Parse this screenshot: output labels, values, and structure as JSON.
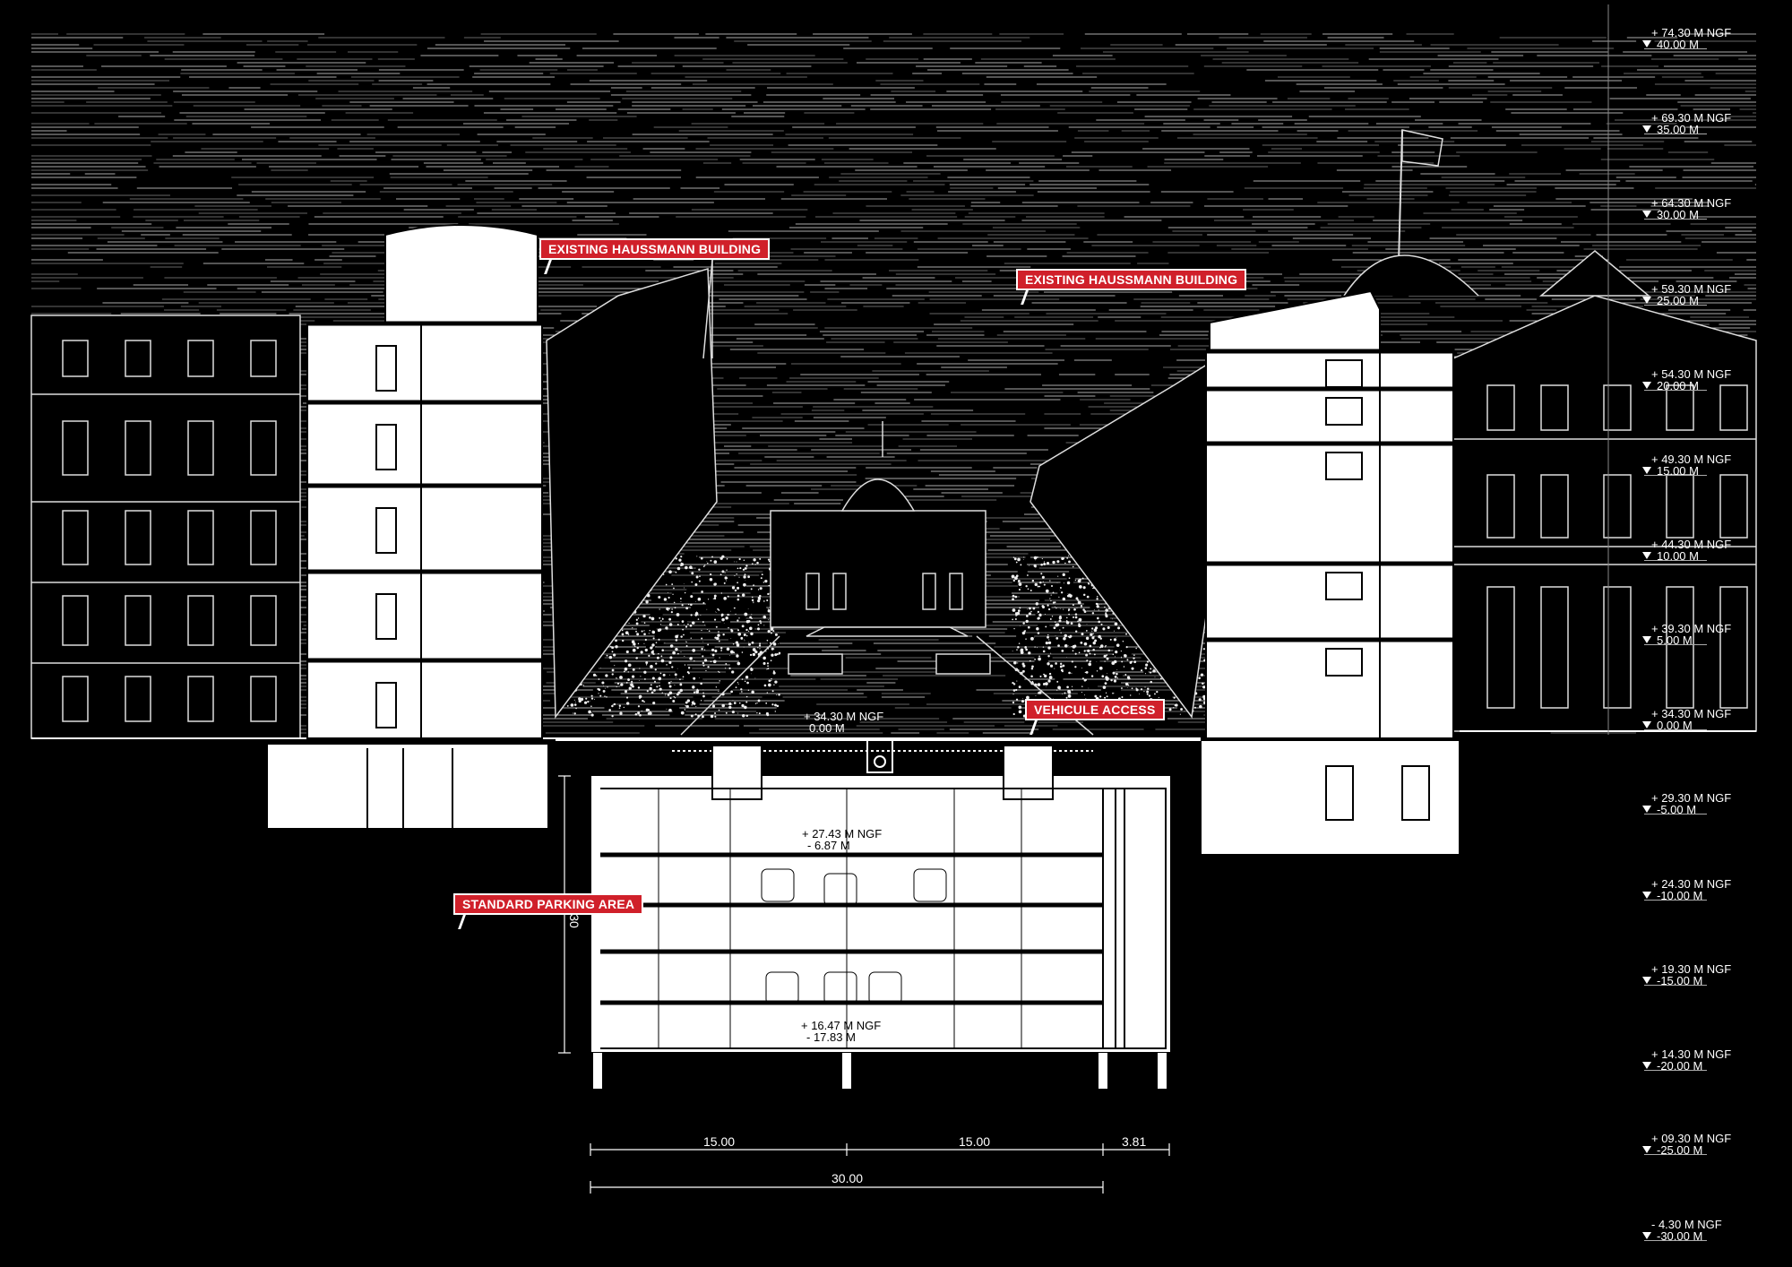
{
  "callouts": {
    "left_building": "EXISTING HAUSSMANN BUILDING",
    "right_building": "EXISTING HAUSSMANN BUILDING",
    "vehicle_access": "VEHICULE ACCESS",
    "parking": "STANDARD PARKING AREA"
  },
  "levels": [
    {
      "ngf": "+ 74.30 M NGF",
      "rel": "40.00 M"
    },
    {
      "ngf": "+ 69.30 M NGF",
      "rel": "35.00 M"
    },
    {
      "ngf": "+ 64.30 M NGF",
      "rel": "30.00 M"
    },
    {
      "ngf": "+ 59.30 M NGF",
      "rel": "25.00 M"
    },
    {
      "ngf": "+ 54.30 M NGF",
      "rel": "20.00 M"
    },
    {
      "ngf": "+ 49.30 M NGF",
      "rel": "15.00 M"
    },
    {
      "ngf": "+ 44.30 M NGF",
      "rel": "10.00 M"
    },
    {
      "ngf": "+ 39.30 M NGF",
      "rel": "5.00 M"
    },
    {
      "ngf": "+ 34.30 M NGF",
      "rel": "0.00 M"
    },
    {
      "ngf": "+ 29.30 M NGF",
      "rel": "-5.00 M"
    },
    {
      "ngf": "+ 24.30 M NGF",
      "rel": "-10.00 M"
    },
    {
      "ngf": "+ 19.30 M NGF",
      "rel": "-15.00 M"
    },
    {
      "ngf": "+ 14.30 M NGF",
      "rel": "-20.00 M"
    },
    {
      "ngf": "+ 09.30 M NGF",
      "rel": "-25.00 M"
    },
    {
      "ngf": "- 4.30 M NGF",
      "rel": "-30.00 M"
    }
  ],
  "section_levels": {
    "ground": {
      "ngf": "+ 34.30 M NGF",
      "rel": "0.00 M"
    },
    "parking_top": {
      "ngf": "+ 27.43 M NGF",
      "rel": "- 6.87 M"
    },
    "parking_bottom": {
      "ngf": "+ 16.47 M NGF",
      "rel": "- 17.83 M"
    }
  },
  "dimensions": {
    "bay_1": "15.00",
    "bay_2": "15.00",
    "core": "3.81",
    "total": "30.00",
    "depth": "30"
  },
  "colors": {
    "accent": "#d0202a",
    "background": "#000000",
    "line": "#ffffff"
  }
}
